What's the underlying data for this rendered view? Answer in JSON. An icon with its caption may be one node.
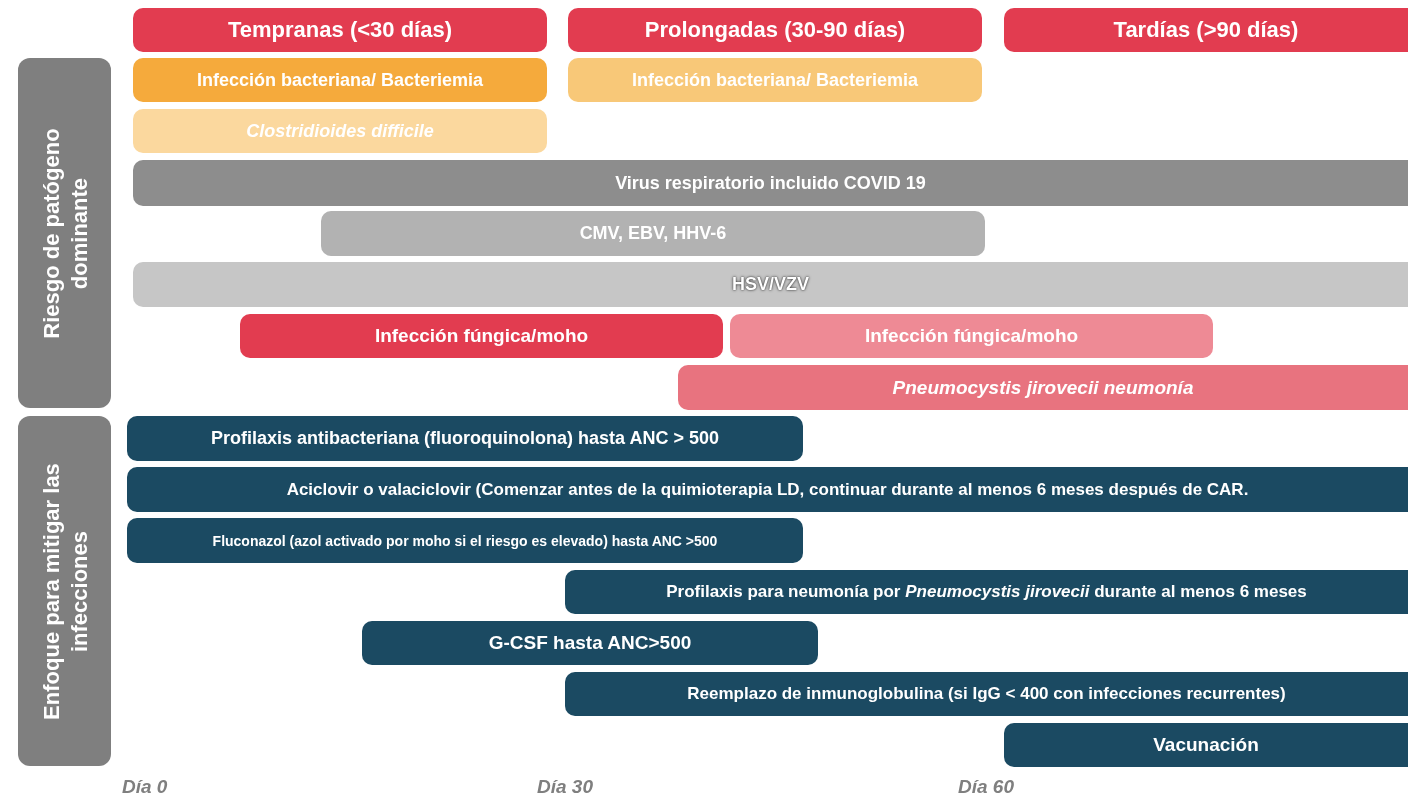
{
  "diagram": {
    "nodes": [
      {
        "text": [
          "Tempranas (<30 días)"
        ]
      },
      {
        "text": [
          "Prolongadas (30-90 días)"
        ]
      },
      {
        "text": [
          "Tardías (>90 días)"
        ]
      },
      {
        "text": [
          "Riesgo de patógeno dominante"
        ]
      },
      {
        "text": [
          "Infección bacteriana/ Bacteriemia"
        ]
      },
      {
        "text": [
          "Infección bacteriana/ Bacteriemia"
        ]
      },
      {
        "text": [
          "Clostridioides difficile"
        ]
      },
      {
        "text": [
          "Virus respiratorio incluido COVID 19"
        ]
      },
      {
        "text": [
          "CMV, EBV, HHV-6"
        ]
      },
      {
        "text": [
          "HSV/VZV"
        ]
      },
      {
        "text": [
          "Infección fúngica/moho"
        ]
      },
      {
        "text": [
          "Infección fúngica/moho"
        ]
      },
      {
        "text": [
          "Pneumocystis jirovecii neumonía"
        ]
      },
      {
        "text": [
          "Enfoque para mitigar las infecciones"
        ]
      },
      {
        "text": [
          "Profilaxis antibacteriana (fluoroquinolona) hasta ANC > 500"
        ]
      },
      {
        "text": [
          "Aciclovir o valaciclovir (Comenzar antes de la quimioterapia LD, continuar durante al menos 6 meses después de CAR."
        ]
      },
      {
        "text": [
          "Fluconazol (azol activado por moho si el riesgo es elevado) hasta ANC >500"
        ]
      },
      {
        "text": [
          "Profilaxis para neumonía por *Pneumocystis jirovecii* durante al menos 6 meses"
        ]
      },
      {
        "text": [
          "G-CSF hasta ANC>500"
        ]
      },
      {
        "text": [
          "Reemplazo de inmunoglobulina (si IgG < 400 con infecciones recurrentes)"
        ]
      },
      {
        "text": [
          "Vacunación"
        ]
      }
    ],
    "labels": [
      "Día 0",
      "Día 30",
      "Día 60"
    ]
  }
}
